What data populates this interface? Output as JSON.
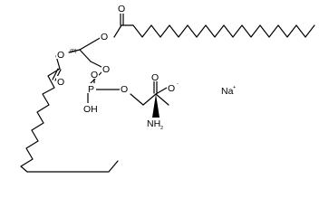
{
  "molecule": {
    "atoms": {
      "o_ester1": "O",
      "o_ester1_carbonyl": "O",
      "o_ester2": "O",
      "o_ester2_carbonyl": "O",
      "o_glycerol3": "O",
      "phosphorus": "P",
      "o_phosphate_double": "O",
      "o_phosphate_hydroxyl": "OH",
      "o_serine_bridge": "O",
      "o_carboxylate_double": "O",
      "o_carboxylate_anion": "O",
      "o_carboxylate_charge": "-",
      "amine": "NH",
      "amine_subscript": "2",
      "stereo_label": "(R)",
      "sodium": "Na",
      "sodium_charge": "+"
    }
  }
}
